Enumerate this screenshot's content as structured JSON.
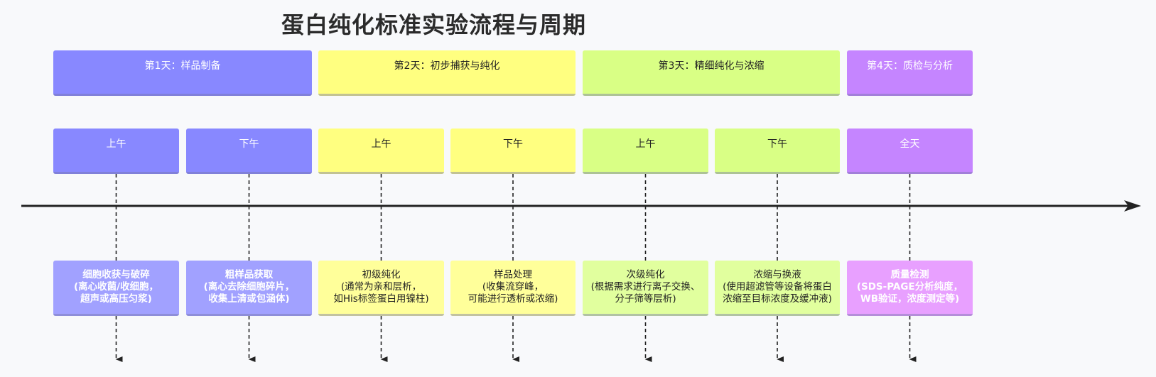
{
  "title": "蛋白纯化标准实验流程与周期",
  "days": [
    {
      "label": "第1天：样品制备"
    },
    {
      "label": "第2天：初步捕获与纯化"
    },
    {
      "label": "第3天：精细纯化与浓缩"
    },
    {
      "label": "第4天：质检与分析"
    }
  ],
  "halves": [
    {
      "label": "上午"
    },
    {
      "label": "下午"
    },
    {
      "label": "上午"
    },
    {
      "label": "下午"
    },
    {
      "label": "上午"
    },
    {
      "label": "下午"
    },
    {
      "label": "全天"
    }
  ],
  "tasks": [
    {
      "name": "细胞收获与破碎",
      "desc": "(离心收菌/收细胞，\n超声或高压匀浆)"
    },
    {
      "name": "粗样品获取",
      "desc": "(离心去除细胞碎片，\n收集上清或包涵体)"
    },
    {
      "name": "初级纯化",
      "desc": "(通常为亲和层析，\n如His标签蛋白用镍柱)"
    },
    {
      "name": "样品处理",
      "desc": "(收集流穿峰，\n可能进行透析或浓缩)"
    },
    {
      "name": "次级纯化",
      "desc": "(根据需求进行离子交换、\n分子筛等层析)"
    },
    {
      "name": "浓缩与换液",
      "desc": "(使用超滤管等设备将蛋白\n浓缩至目标浓度及缓冲液)"
    },
    {
      "name": "质量检测",
      "desc": "(SDS-PAGE分析纯度，\nWB验证，浓度测定等)"
    }
  ],
  "colors": {
    "phase1": "#8888ff",
    "phase2": "#ffff80",
    "phase3": "#d9ff85",
    "phase4": "#c585ff",
    "timeline": "#222222"
  }
}
